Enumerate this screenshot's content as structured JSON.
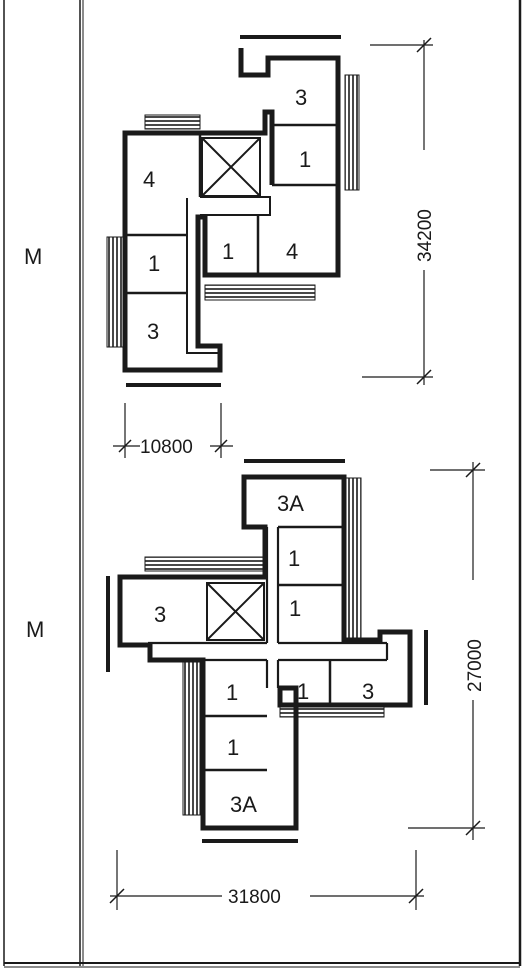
{
  "row_labels": {
    "top": "M",
    "bottom": "M"
  },
  "plan_top": {
    "rooms": {
      "r1": "3",
      "r2": "1",
      "r3": "4",
      "r4": "1",
      "r5": "4",
      "r6": "1",
      "r7": "3"
    },
    "dim_height": "34200",
    "dim_width": "10800"
  },
  "plan_bottom": {
    "rooms": {
      "r1": "3A",
      "r2": "1",
      "r3": "1",
      "r4": "3",
      "r5": "1",
      "r6": "1",
      "r7": "3",
      "r8": "1",
      "r9": "3A"
    },
    "dim_height": "27000",
    "dim_width": "31800"
  },
  "colors": {
    "ink": "#1a1a1a",
    "paper": "#ffffff"
  },
  "icons": [
    "stair-cross-icon",
    "balcony-hatch-icon",
    "dimension-tick-icon"
  ]
}
